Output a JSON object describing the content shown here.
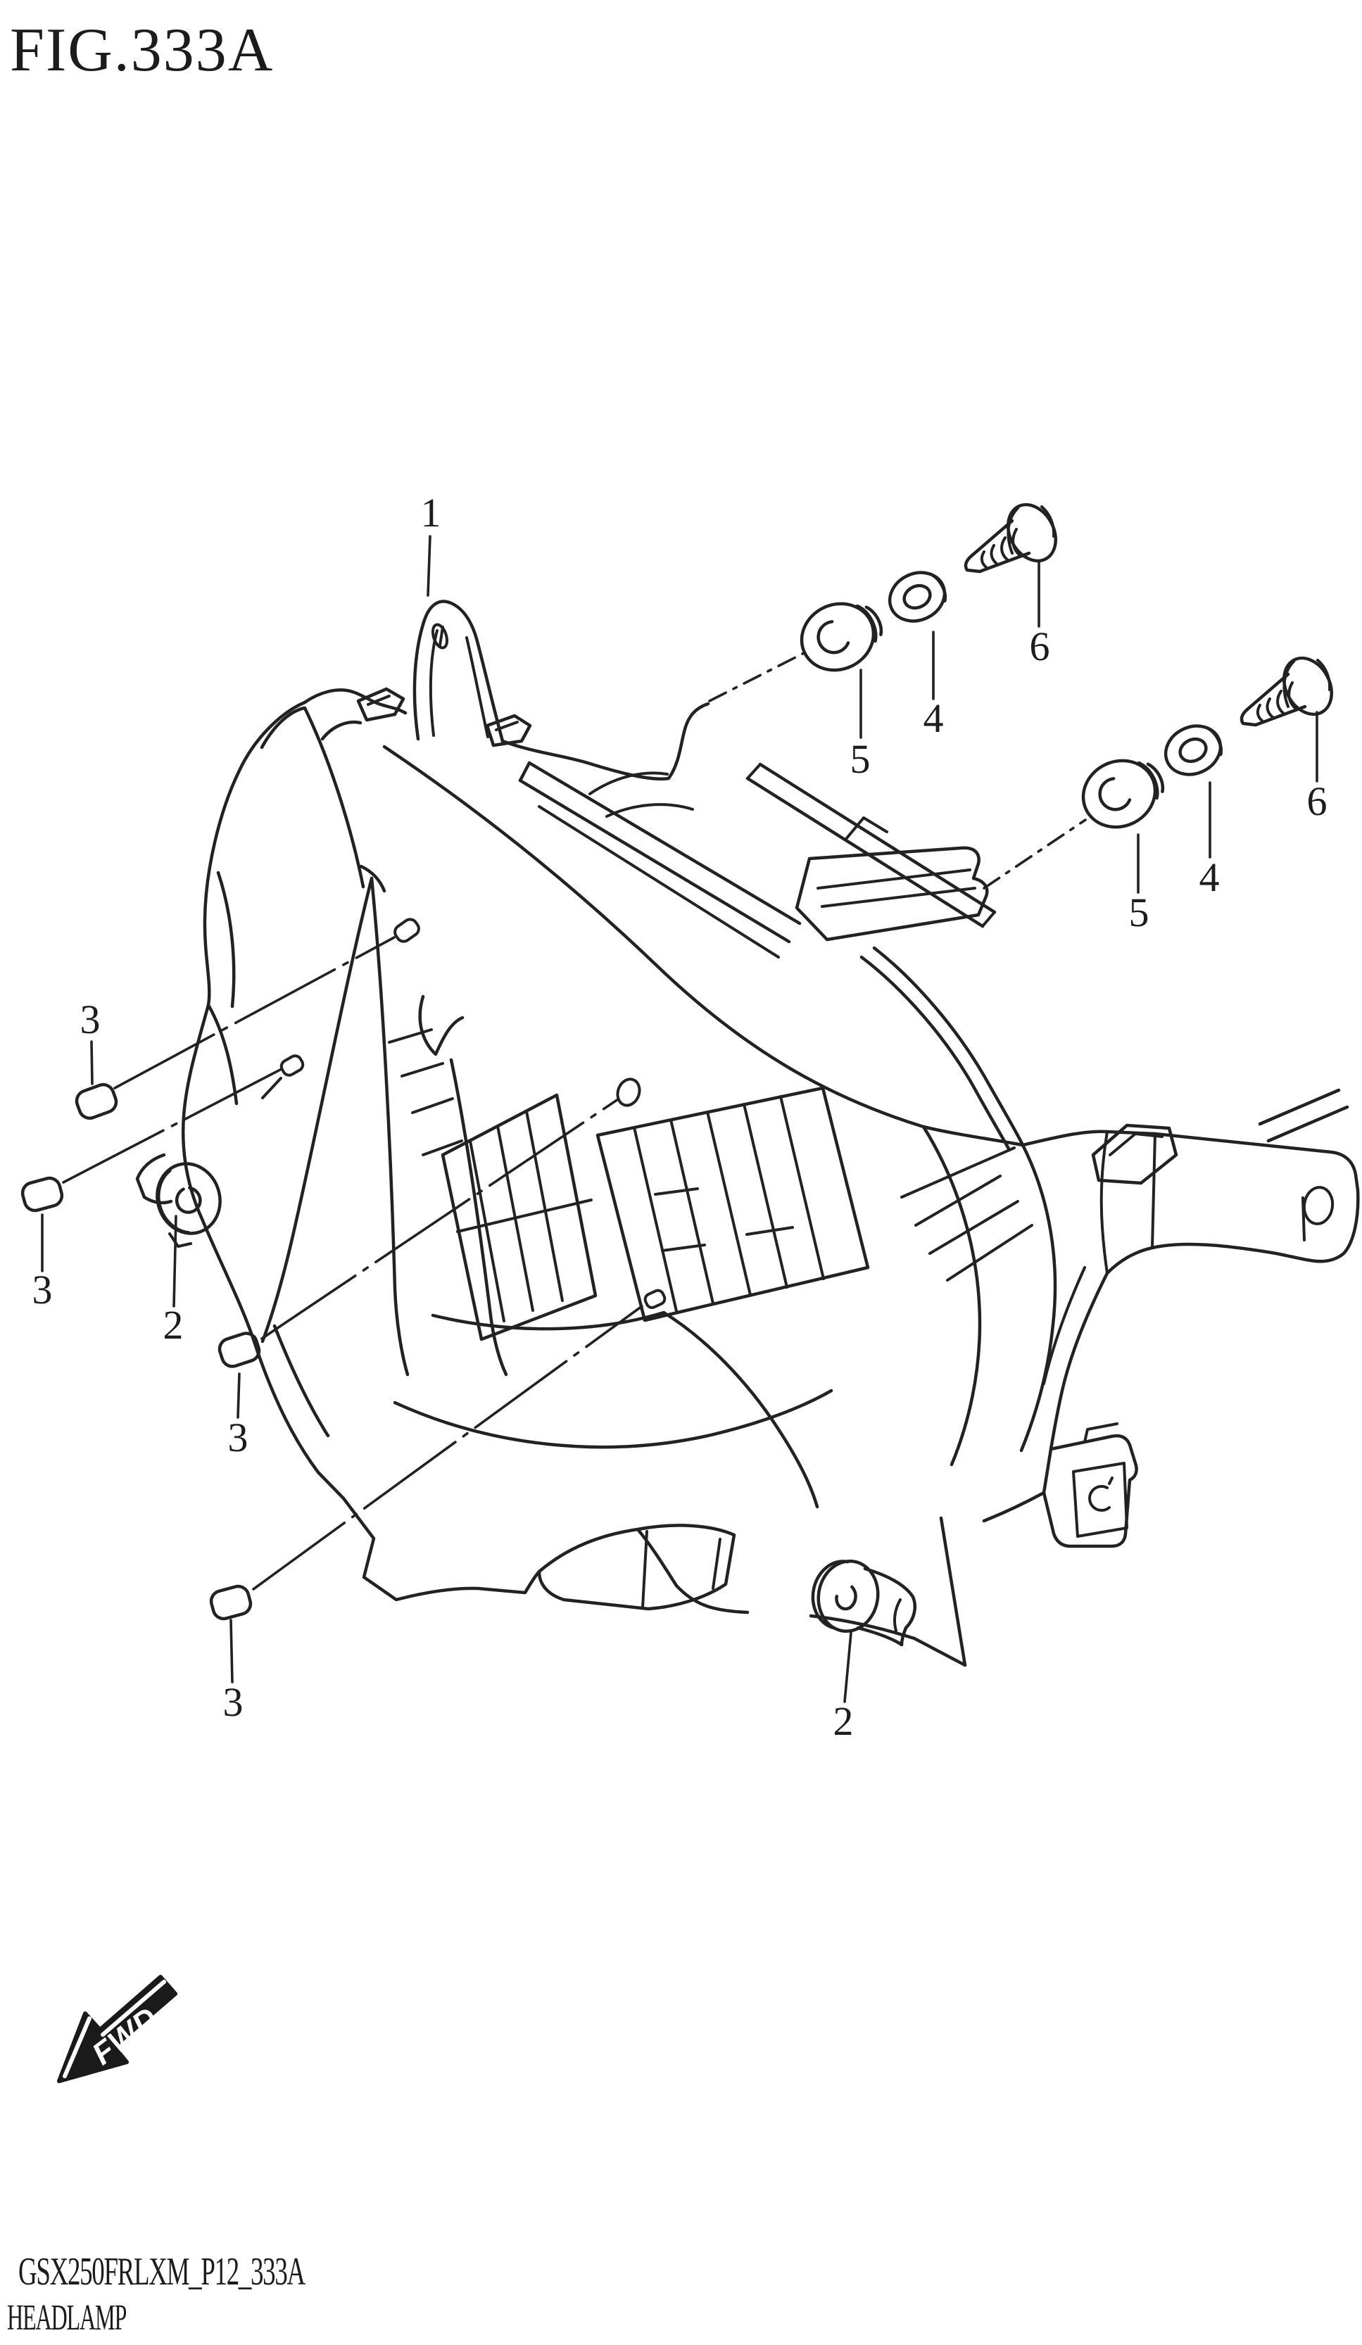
{
  "header": {
    "figure_title": "FIG.333A"
  },
  "footer": {
    "drawing_code": "GSX250FRLXM_P12_333A",
    "part_group_name": "HEADLAMP"
  },
  "orientation": {
    "fwd_label": "FWD"
  },
  "colors": {
    "background": "#ffffff",
    "line": "#222222",
    "arrow_fill": "#1a1a1a",
    "arrow_text": "#ffffff"
  },
  "callouts": [
    {
      "part": "headlamp-assembly-bracket",
      "label": "1"
    },
    {
      "part": "screw-grommet-upper",
      "label": "5"
    },
    {
      "part": "washer-upper",
      "label": "4"
    },
    {
      "part": "tapping-screw-upper",
      "label": "6"
    },
    {
      "part": "screw-grommet-lower",
      "label": "5"
    },
    {
      "part": "washer-lower",
      "label": "4"
    },
    {
      "part": "tapping-screw-lower",
      "label": "6"
    },
    {
      "part": "cushion-top-left",
      "label": "3"
    },
    {
      "part": "cushion-mid-left",
      "label": "3"
    },
    {
      "part": "rivet-left",
      "label": "2"
    },
    {
      "part": "cushion-lower-left",
      "label": "3"
    },
    {
      "part": "cushion-bottom-left",
      "label": "3"
    },
    {
      "part": "rivet-bottom",
      "label": "2"
    }
  ]
}
